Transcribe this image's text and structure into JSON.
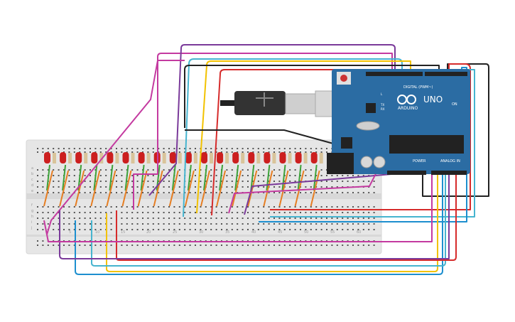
{
  "colors": {
    "background": "#ffffff",
    "breadboard": "#e6e6e6",
    "arduino_board": "#2b6ca3",
    "led": "#cc1f1f",
    "resistor": "#d9c49a",
    "wire_magenta": "#c43aa0",
    "wire_purple": "#7a3a9a",
    "wire_yellow": "#f2c200",
    "wire_cyan": "#46b4cf",
    "wire_red": "#d62b2b",
    "wire_blue": "#1d8fcf",
    "wire_black": "#222222",
    "wire_green": "#3ea23a",
    "wire_orange": "#e67e22"
  },
  "breadboard": {
    "column_labels": [
      "5",
      "10",
      "15",
      "20",
      "25",
      "30",
      "35",
      "40",
      "45",
      "50",
      "55",
      "60"
    ],
    "row_labels_top": [
      "a",
      "b",
      "c",
      "d",
      "e"
    ],
    "row_labels_bottom": [
      "f",
      "g",
      "h",
      "i",
      "j"
    ],
    "led_count": 18
  },
  "arduino": {
    "brand": "ARDUINO",
    "model": "UNO",
    "digital_label": "DIGITAL (PWM~)",
    "power_label": "POWER",
    "analog_label": "ANALOG IN",
    "on_label": "ON",
    "tx_label": "TX",
    "rx_label": "RX",
    "l_label": "L"
  }
}
